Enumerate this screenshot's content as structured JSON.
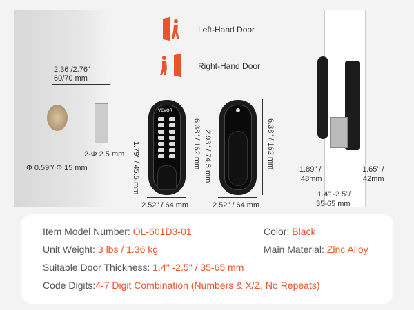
{
  "legend": {
    "left_hand": "Left-Hand Door",
    "right_hand": "Right-Hand Door"
  },
  "brand_logo": "VEVOR",
  "dimensions": {
    "backset": "2.36 /2.76\"",
    "backset_mm": "60/70 mm",
    "hole_diameter": "Φ 0.59\"/ Φ 15 mm",
    "screw": "2-Φ 2.5 mm",
    "front_height": "6.38\" / 162 mm",
    "front_knob_height": "1.79\" / 45.5 mm",
    "front_width": "2.52\" / 64 mm",
    "back_height": "6.38\" / 162 mm",
    "back_inner_height": "2.93\" / 74.5 mm",
    "back_width": "2.52\" / 64 mm",
    "side_left": "1.89\" /",
    "side_left_mm": "48mm",
    "side_right": "1.65\" /",
    "side_right_mm": "42mm",
    "door_thickness": "1.4\" -2.5\"/",
    "door_thickness_mm": "35-65 mm"
  },
  "keypad_keys": [
    "1",
    "0",
    "2",
    "7",
    "3",
    "8",
    "4",
    "9",
    "5",
    "C",
    "X",
    "X",
    "Y",
    "C"
  ],
  "specs": {
    "model_label": "Item Model Number: ",
    "model_value": "OL-601D3-01",
    "color_label": "Color: ",
    "color_value": "Black",
    "weight_label": "Unit Weight: ",
    "weight_value": "3 lbs / 1.36 kg",
    "material_label": "Main Material: ",
    "material_value": "Zinc Alloy",
    "thickness_label": "Suitable Door Thickness: ",
    "thickness_value": "1.4\" -2.5\" / 35-65 mm",
    "digits_label": "Code Digits:",
    "digits_value": "4-7 Digit Combination (Numbers & X/Z, No Repeats)"
  },
  "colors": {
    "accent": "#e8542b"
  }
}
